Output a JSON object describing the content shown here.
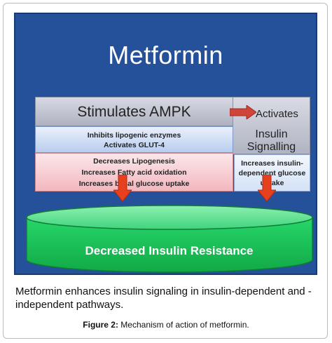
{
  "diagram": {
    "title": "Metformin",
    "ampk_label": "Stimulates AMPK",
    "activates_label": "Activates",
    "insulin_signalling_label": "Insulin Signalling",
    "inhibits_lines": [
      "Inhibits lipogenic enzymes",
      "Activates GLUT-4"
    ],
    "decreases_lines": [
      "Decreases Lipogenesis",
      "Increases Fatty acid oxidation",
      "Increases basal glucose uptake"
    ],
    "increases_lines": [
      "Increases insulin-",
      "dependent glucose",
      "uptake"
    ],
    "result_label": "Decreased Insulin Resistance"
  },
  "caption_lines": [
    "Metformin enhances insulin signaling in insulin-dependent and -",
    "independent pathways."
  ],
  "figure": {
    "label": "Figure 2:",
    "text": "Mechanism of action of metformin."
  },
  "colors": {
    "background": "#25509a",
    "arrow": "#e6401f",
    "cylinder": "#19c85a"
  }
}
